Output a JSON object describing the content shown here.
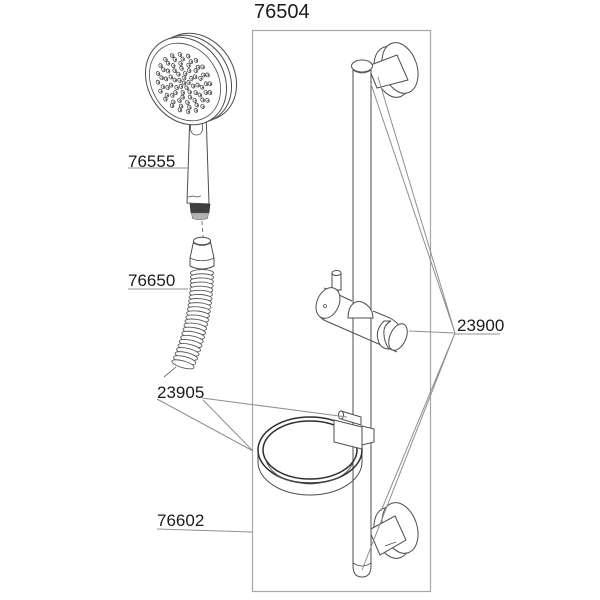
{
  "colors": {
    "line": "#4d4d4d",
    "leader": "#8f8f8f",
    "text": "#1b1b1b",
    "box_border": "#a6a6a6",
    "dark_band": "#3f3f3f",
    "background": "#ffffff"
  },
  "diagram": {
    "title_label": "76504",
    "parts": [
      {
        "name": "hand-shower",
        "label": "76555"
      },
      {
        "name": "shower-hose",
        "label": "76650"
      },
      {
        "name": "soap-dish",
        "label": "23905"
      },
      {
        "name": "slide-rail-set",
        "label": "76602"
      },
      {
        "name": "wall-bracket-holder",
        "label": "23900"
      }
    ]
  }
}
